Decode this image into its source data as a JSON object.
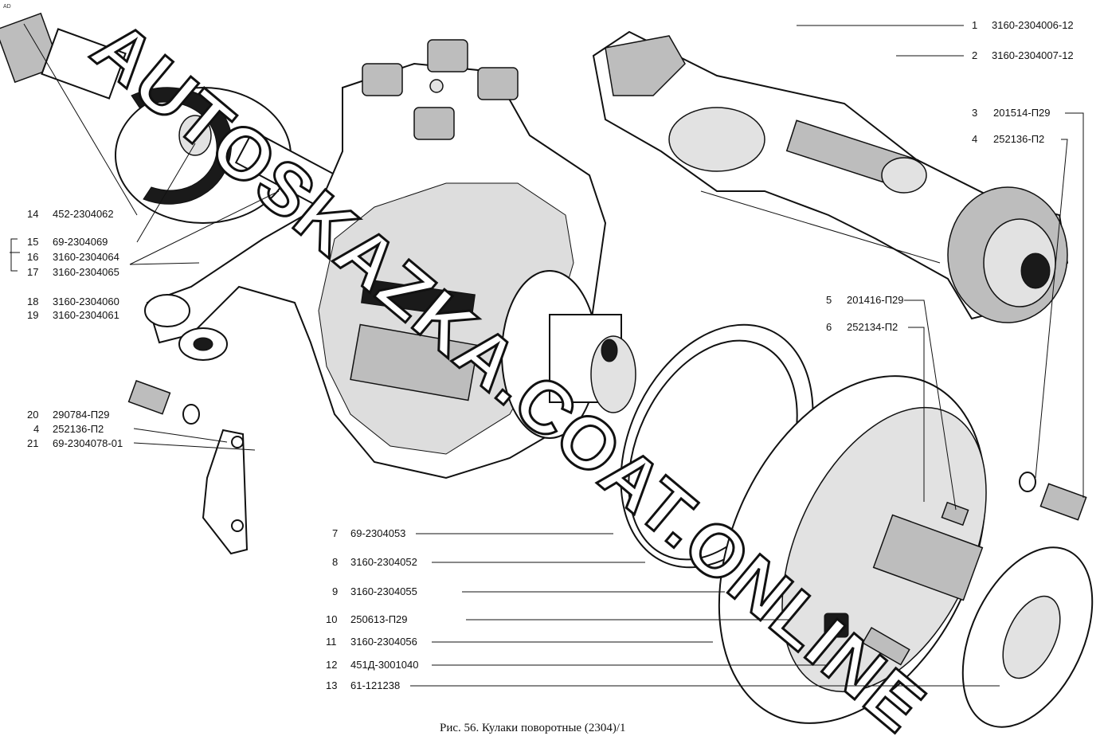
{
  "corner_mark": "AD",
  "watermark": "AUTOSKAZKA.COAT.ONLINE",
  "caption": "Рис. 56. Кулаки поворотные (2304)/1",
  "callouts": [
    {
      "num": "1",
      "code": "3160-2304006-12"
    },
    {
      "num": "2",
      "code": "3160-2304007-12"
    },
    {
      "num": "3",
      "code": "201514-П29"
    },
    {
      "num": "4",
      "code": "252136-П2"
    },
    {
      "num": "5",
      "code": "201416-П29"
    },
    {
      "num": "6",
      "code": "252134-П2"
    },
    {
      "num": "7",
      "code": "69-2304053"
    },
    {
      "num": "8",
      "code": "3160-2304052"
    },
    {
      "num": "9",
      "code": "3160-2304055"
    },
    {
      "num": "10",
      "code": "250613-П29"
    },
    {
      "num": "11",
      "code": "3160-2304056"
    },
    {
      "num": "12",
      "code": "451Д-3001040"
    },
    {
      "num": "13",
      "code": "61-121238"
    },
    {
      "num": "14",
      "code": "452-2304062"
    },
    {
      "num": "15",
      "code": "69-2304069"
    },
    {
      "num": "16",
      "code": "3160-2304064"
    },
    {
      "num": "17",
      "code": "3160-2304065"
    },
    {
      "num": "18",
      "code": "3160-2304060"
    },
    {
      "num": "19",
      "code": "3160-2304061"
    },
    {
      "num": "20",
      "code": "290784-П29"
    },
    {
      "num": "4",
      "code": "252136-П2"
    },
    {
      "num": "21",
      "code": "69-2304078-01"
    }
  ]
}
